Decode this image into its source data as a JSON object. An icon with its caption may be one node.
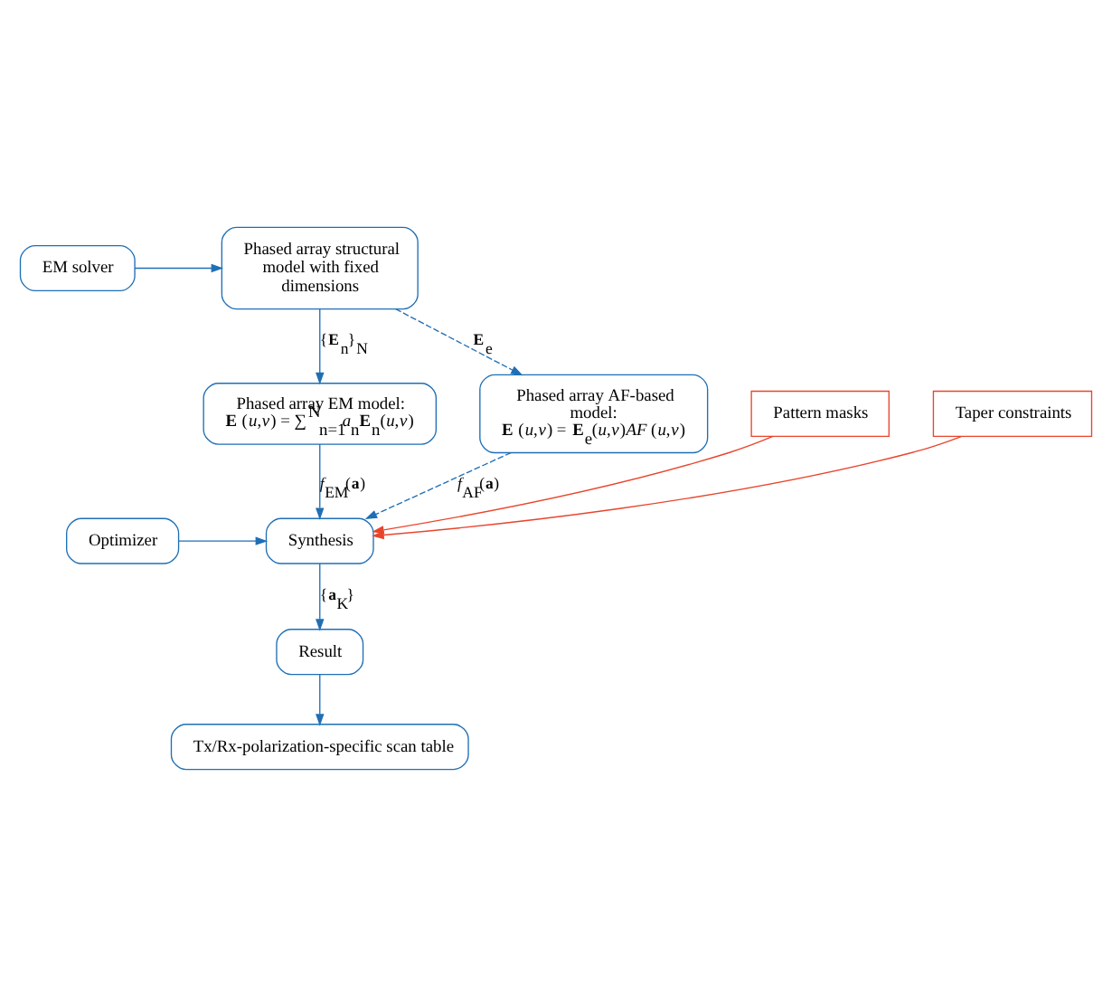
{
  "diagram": {
    "nodes": [
      {
        "text": [
          "Phased array structural model with fixed dimensions"
        ]
      },
      {
        "text": [
          "EM solver"
        ]
      },
      {
        "text": [
          "Phased array EM model:",
          "**E** (*u*,*v*) = ∑$^{N}$$_{n=1}$*a*$_{n}$**E**$_{n}$(*u*,*v*)"
        ]
      },
      {
        "text": [
          "Phased array AF-based model:",
          "**E** (*u*,*v*) = **E**$_{e}$(*u*,*v*)*AF* (*u*,*v*)"
        ]
      },
      {
        "text": [
          "Synthesis"
        ]
      },
      {
        "text": [
          "Optimizer"
        ]
      },
      {
        "text": [
          "Pattern masks"
        ]
      },
      {
        "text": [
          "Taper constraints"
        ]
      },
      {
        "text": [
          "Result"
        ]
      },
      {
        "text": [
          "Tx/Rx-polarization-specific scan table"
        ]
      }
    ],
    "edges": [
      {
        "from": 1,
        "to": 0,
        "arrow": "to"
      },
      {
        "from": 0,
        "to": 2,
        "arrow": "to",
        "label": "{**E**$_{n}$}$_{N}$"
      },
      {
        "from": 0,
        "to": 3,
        "arrow": "to",
        "style": "dashed",
        "label": "**E**$_{e}$"
      },
      {
        "from": 2,
        "to": 4,
        "arrow": "to",
        "label": "*f*$_{EM}$(**a**)"
      },
      {
        "from": 3,
        "to": 4,
        "arrow": "to",
        "style": "dashed",
        "label": "*f*$_{AF}$(**a**)"
      },
      {
        "from": 5,
        "to": 4,
        "arrow": "to"
      },
      {
        "from": 6,
        "to": 4,
        "arrow": "to",
        "color": "#e8452c"
      },
      {
        "from": 7,
        "to": 4,
        "arrow": "to",
        "color": "#e8452c"
      },
      {
        "from": 4,
        "to": 8,
        "arrow": "to",
        "label": "{**a**$_{K}$}"
      },
      {
        "from": 8,
        "to": 9,
        "arrow": "to"
      }
    ]
  }
}
